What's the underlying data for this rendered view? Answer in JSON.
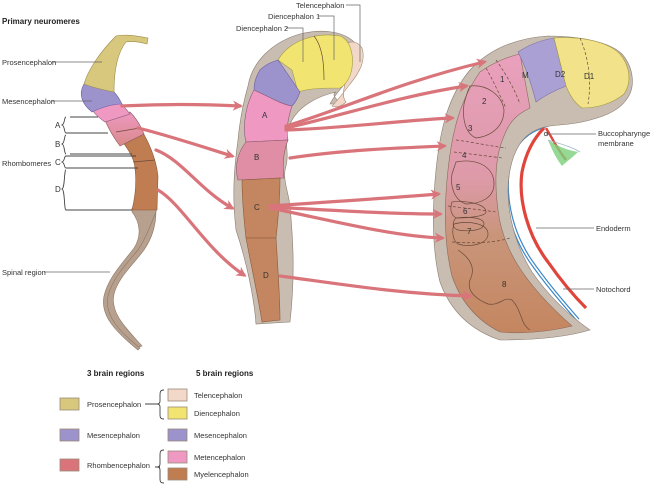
{
  "colors": {
    "prosencephalon": "#d8c87e",
    "telencephalon": "#f2d8c8",
    "diencephalon": "#f2e470",
    "mesencephalon": "#9c92cc",
    "metencephalon": "#ee98c2",
    "rhombencephalon": "#d9747a",
    "myelencephalon": "#c07d52",
    "spinal": "#b8a08e",
    "wall": "#c9bcb0",
    "arrow": "#d9747a",
    "endoderm": "#3a86c8",
    "notochord": "#e0453c"
  },
  "left_figure": {
    "title": "Primary neuromeres",
    "labels": {
      "prosencephalon": "Prosencephalon",
      "mesencephalon": "Mesencephalon",
      "rhombomeres": "Rhombomeres",
      "spinal_region": "Spinal region"
    },
    "rhombomere_letters": [
      "A",
      "B",
      "C",
      "D"
    ]
  },
  "middle_figure": {
    "labels": {
      "telencephalon": "Telencephalon",
      "diencephalon_1": "Diencephalon 1",
      "diencephalon_2": "Diencephalon 2"
    },
    "segment_letters": [
      "A",
      "B",
      "C",
      "D"
    ]
  },
  "right_figure": {
    "segment_numbers": [
      "1",
      "2",
      "3",
      "4",
      "5",
      "6",
      "7",
      "8"
    ],
    "region_letters": {
      "m": "M",
      "d2": "D2",
      "d1": "D1"
    },
    "labels": {
      "buccopharyngeal_line1": "Buccopharyngeal",
      "buccopharyngeal_line2": "membrane",
      "endoderm": "Endoderm",
      "notochord": "Notochord"
    }
  },
  "legend": {
    "three_regions_title": "3 brain regions",
    "five_regions_title": "5 brain regions",
    "three_regions": [
      "Prosencephalon",
      "Mesencephalon",
      "Rhombencephalon"
    ],
    "five_regions": [
      "Telencephalon",
      "Diencephalon",
      "Mesencephalon",
      "Metencephalon",
      "Myelencephalon"
    ]
  }
}
